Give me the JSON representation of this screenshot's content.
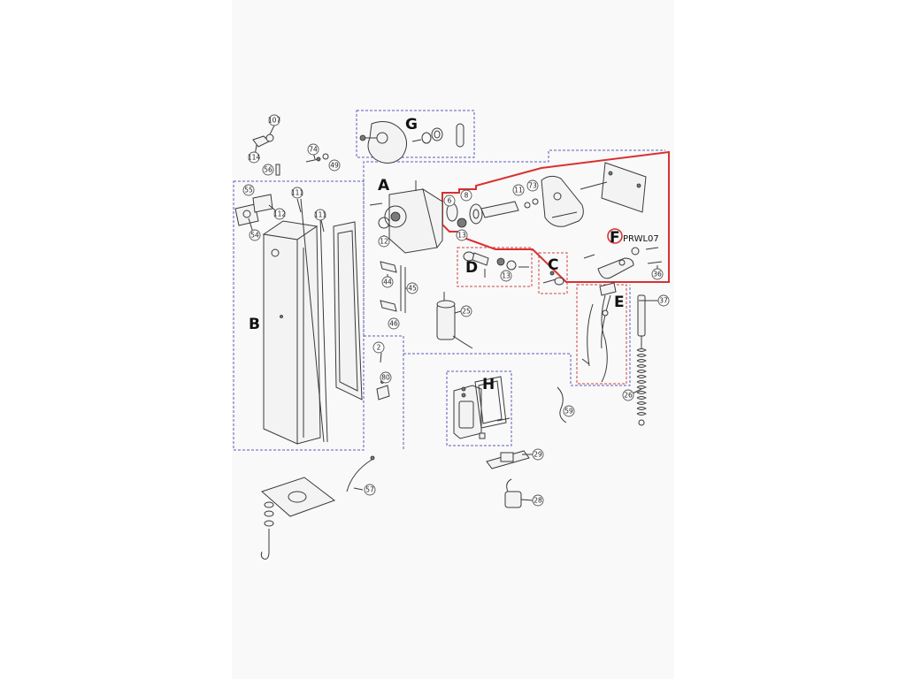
{
  "diagram": {
    "group_labels": [
      "A",
      "B",
      "C",
      "D",
      "E",
      "F",
      "G",
      "H"
    ],
    "model_code": "PRWL07",
    "part_numbers": {
      "p107": "107",
      "p114": "114",
      "p74": "74",
      "p49": "49",
      "p56": "56",
      "p55": "55",
      "p112": "112",
      "p54": "54",
      "p111a": "111",
      "p111b": "111",
      "p12": "12",
      "p6": "6",
      "p8": "8",
      "p13a": "13",
      "p13b": "13",
      "p11": "11",
      "p73": "73",
      "p36": "36",
      "p37": "37",
      "p44": "44",
      "p45": "45",
      "p46": "46",
      "p25": "25",
      "p2": "2",
      "p80": "80",
      "p59": "59",
      "p26": "26",
      "p29": "29",
      "p28": "28",
      "p57": "57"
    }
  }
}
